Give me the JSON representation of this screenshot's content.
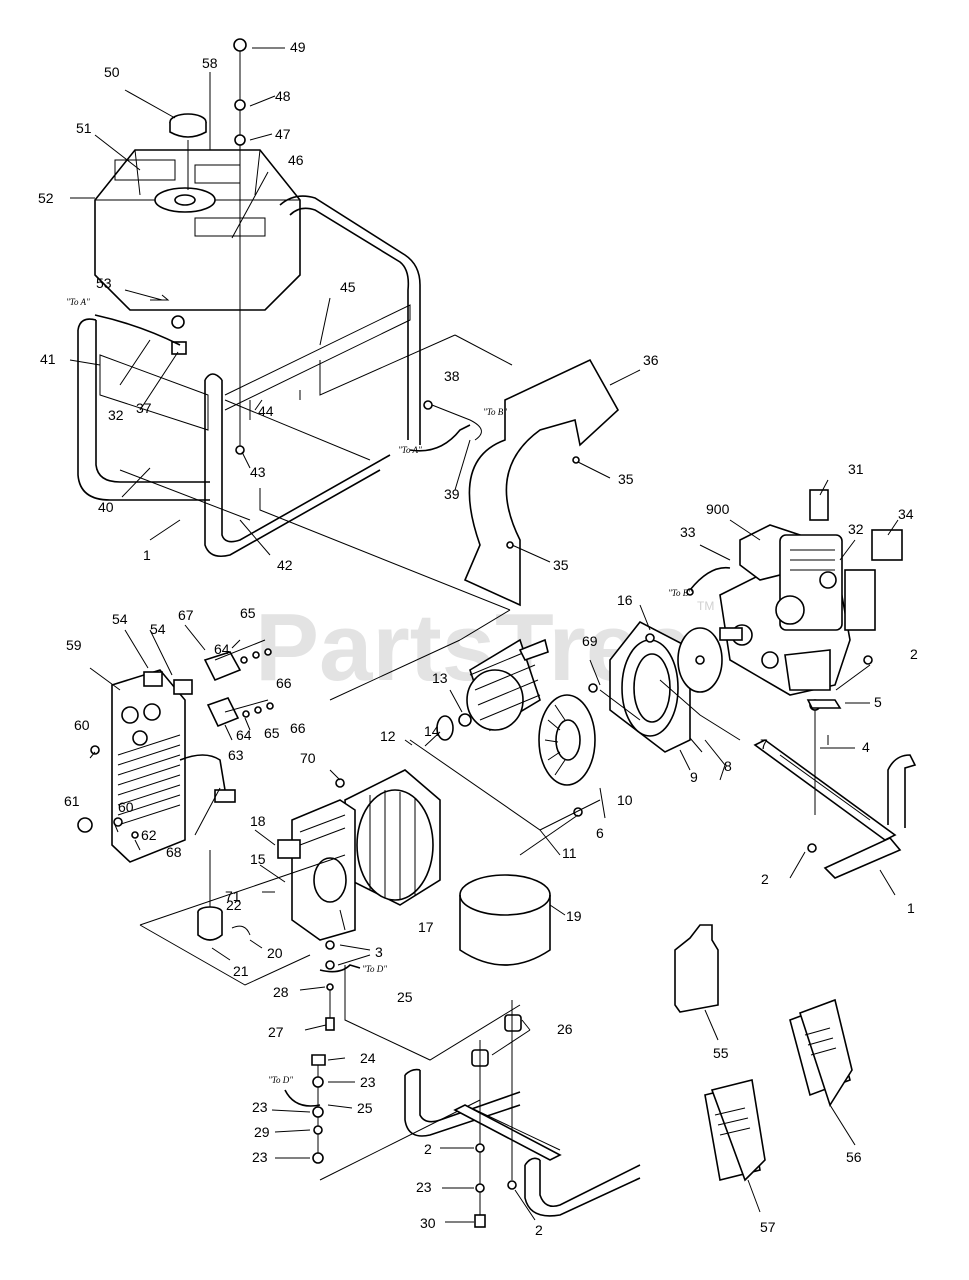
{
  "watermark": {
    "text": "PartsTree",
    "trademark": "TM"
  },
  "labels": {
    "l49": "49",
    "l48": "48",
    "l47": "47",
    "l46": "46",
    "l58": "58",
    "l50": "50",
    "l51": "51",
    "l52": "52",
    "l53": "53",
    "l45": "45",
    "l41": "41",
    "l32a": "32",
    "l37": "37",
    "l44": "44",
    "l38": "38",
    "l36": "36",
    "l43": "43",
    "l39": "39",
    "l35a": "35",
    "l40": "40",
    "l1a": "1",
    "l42": "42",
    "l35b": "35",
    "l31": "31",
    "l900": "900",
    "l33": "33",
    "l32b": "32",
    "l34": "34",
    "l16": "16",
    "l69": "69",
    "l2a": "2",
    "l54a": "54",
    "l54b": "54",
    "l67": "67",
    "l64a": "64",
    "l65a": "65",
    "l66a": "66",
    "l59": "59",
    "l13": "13",
    "l5": "5",
    "l14": "14",
    "l4": "4",
    "l63": "63",
    "l64b": "64",
    "l65b": "65",
    "l66b": "66",
    "l60a": "60",
    "l12": "12",
    "l7": "7",
    "l70": "70",
    "l8": "8",
    "l9": "9",
    "l10": "10",
    "l61": "61",
    "l60b": "60",
    "l6": "6",
    "l18": "18",
    "l62": "62",
    "l68": "68",
    "l11": "11",
    "l15": "15",
    "l2b": "2",
    "l1b": "1",
    "l71": "71",
    "l22": "22",
    "l17": "17",
    "l19": "19",
    "l20": "20",
    "l3": "3",
    "l21": "21",
    "l28": "28",
    "l25a": "25",
    "l27": "27",
    "l26": "26",
    "l55": "55",
    "l24": "24",
    "l23a": "23",
    "l23b": "23",
    "l25b": "25",
    "l29": "29",
    "l23c": "23",
    "l2c": "2",
    "l56": "56",
    "l23d": "23",
    "l30": "30",
    "l2d": "2",
    "l57": "57"
  },
  "notes": {
    "toA_top": "\"To A\"",
    "toB_mid": "\"To B\"",
    "toA_mid": "\"To A\"",
    "toB_engine": "\"To B\"",
    "toD_a": "\"To D\"",
    "toD_b": "\"To D\""
  }
}
